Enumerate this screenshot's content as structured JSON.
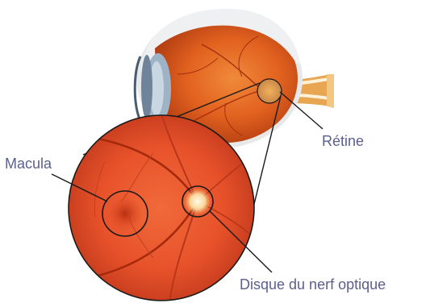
{
  "labels": {
    "macula": "Macula",
    "retine": "Rétine",
    "disque": "Disque du nerf optique"
  },
  "colors": {
    "label_text": "#5b5f8e",
    "leader_line": "#1a1a1a",
    "fundus_orange": "#e8522b",
    "sclera_white": "#eef0f2",
    "eye_orange": "#e2611f",
    "optic_nerve": "#e8a552"
  }
}
